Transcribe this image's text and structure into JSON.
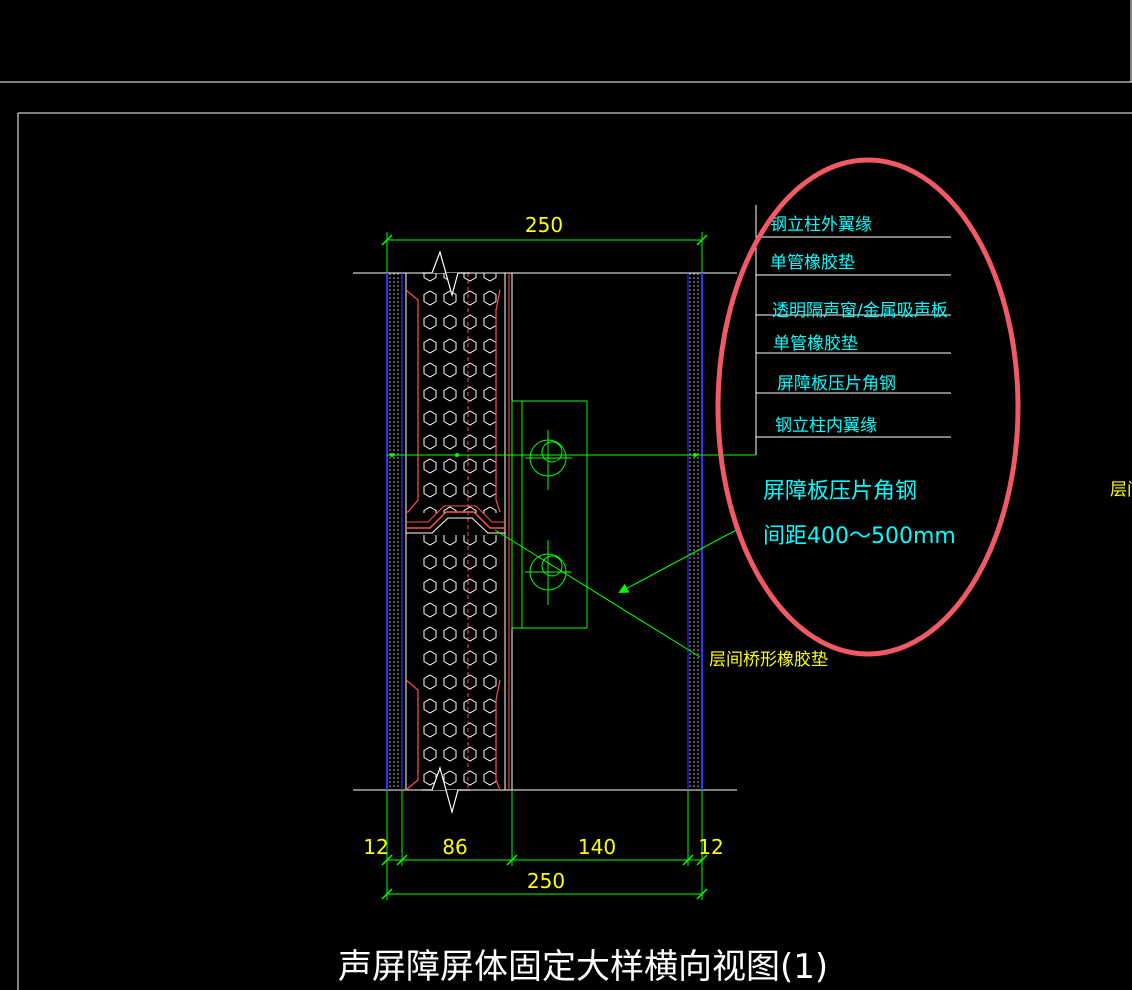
{
  "drawing": {
    "title": "声屏障屏体固定大样横向视图(1)",
    "dimensions": {
      "top_total": "250",
      "bottom_total": "250",
      "bottom_segments": [
        "12",
        "86",
        "140",
        "12"
      ]
    },
    "callouts": {
      "steel_column_outer_flange": "钢立柱外翼缘",
      "single_tube_rubber_pad_1": "单管橡胶垫",
      "transparent_panel_metal_absorber": "透明隔声窗/金属吸声板",
      "single_tube_rubber_pad_2": "单管橡胶垫",
      "panel_angle_steel": "屏障板压片角钢",
      "steel_column_inner_flange": "钢立柱内翼缘",
      "angle_steel_note_line1": "屏障板压片角钢",
      "angle_steel_note_line2": "间距400～500mm",
      "interlayer_bridge_rubber_pad": "层间桥形橡胶垫",
      "cutoff_edge_label": "层间"
    },
    "colors": {
      "background": "#000000",
      "frame": "#ffffff",
      "dimension": "#00ff00",
      "dimension_text": "#ffff00",
      "callout_text": "#00ffff",
      "title_text": "#ffffff",
      "highlight_ellipse": "#f05a64",
      "panel_outline": "#ff5050",
      "hatch_pattern": "#ffffff",
      "blue_edge": "#3030ff"
    }
  }
}
